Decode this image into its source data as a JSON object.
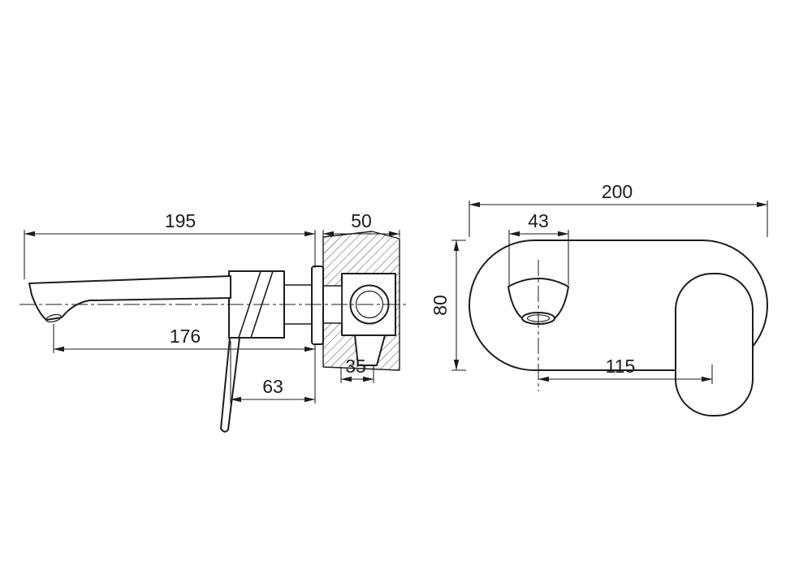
{
  "colors": {
    "line": "#1d1d1d",
    "background": "#ffffff"
  },
  "side_view": {
    "dims": {
      "spout_total_length": "195",
      "wall_depth": "50",
      "spout_reach": "176",
      "handle_offset": "63",
      "outlet_offset": "35"
    }
  },
  "front_view": {
    "dims": {
      "plate_width": "200",
      "plate_height": "80",
      "spout_width": "43",
      "spout_to_handle_distance": "115"
    }
  }
}
